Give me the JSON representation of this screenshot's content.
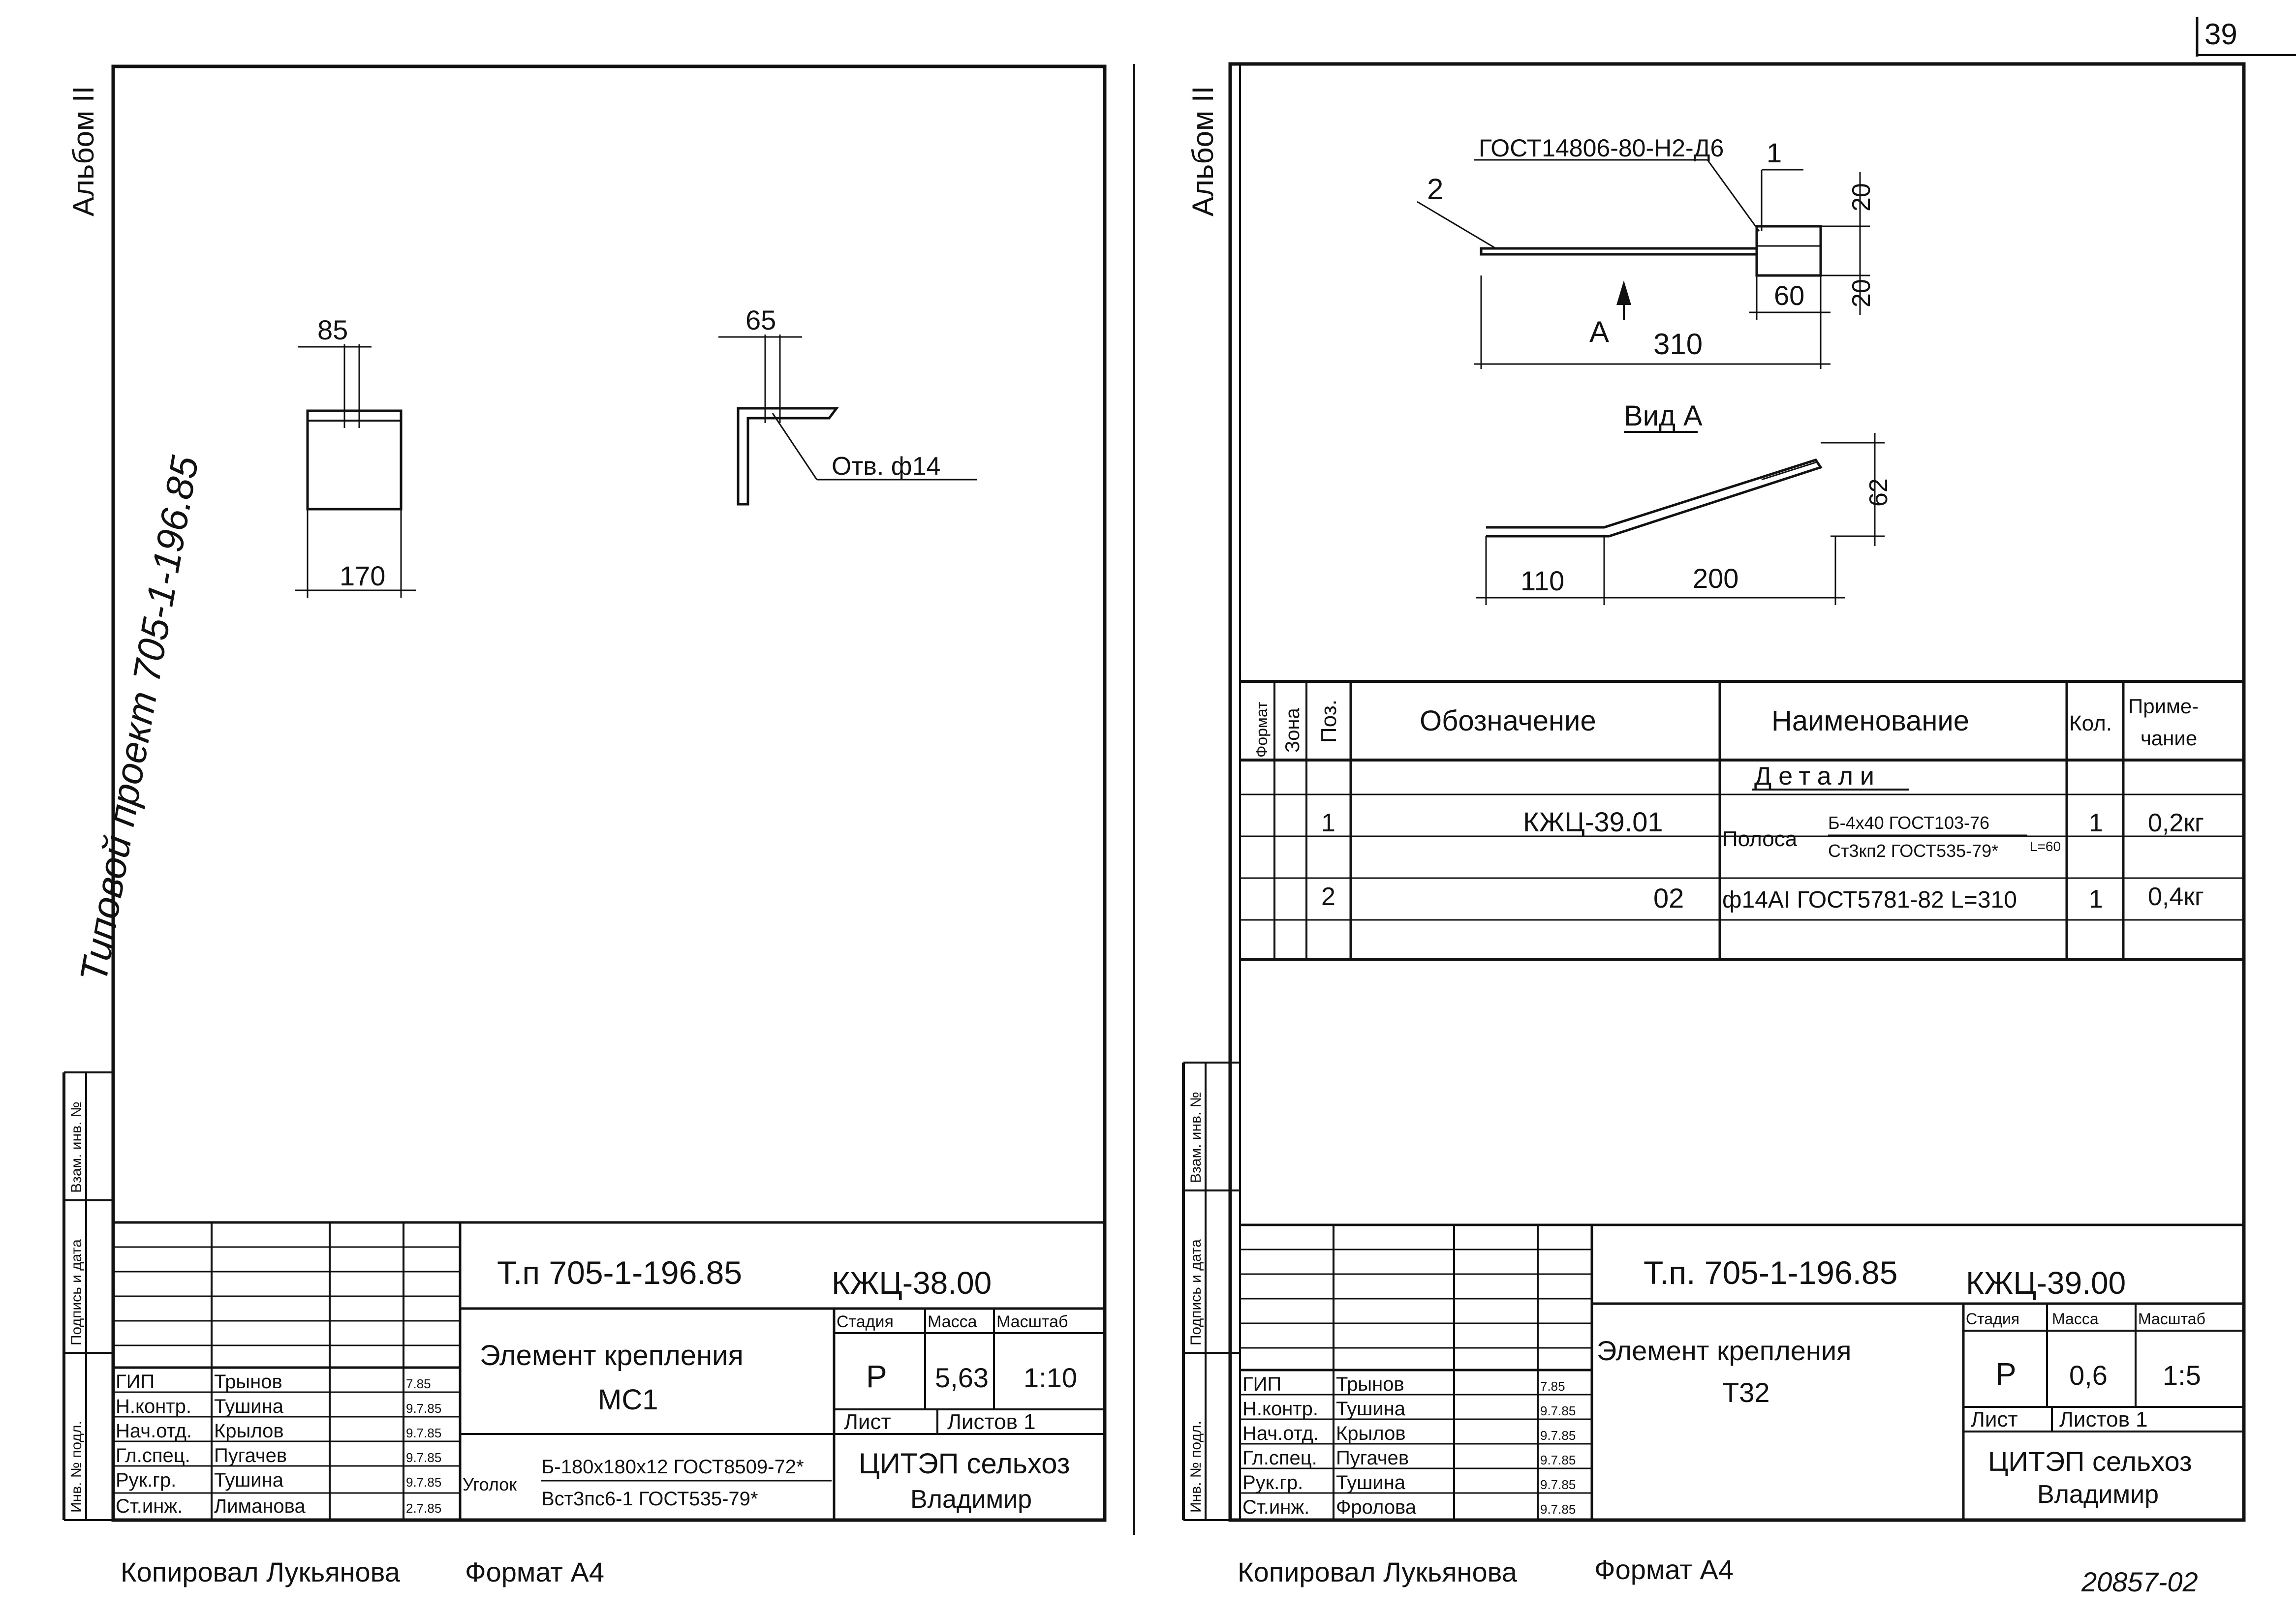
{
  "page_number": "39",
  "bottom_code": "20857-02",
  "left_sheet": {
    "album": "Альбом II",
    "side_project": "Типовой проект 705-1-196.85",
    "stamp_labels": [
      "Инв. № подл.",
      "Подпись и дата",
      "Взам. инв. №"
    ],
    "dims": {
      "d85": "85",
      "d170": "170",
      "d65": "65",
      "hole": "Отв. ф14"
    },
    "title_block": {
      "project": "Т.п 705-1-196.85",
      "code": "КЖЦ-38.00",
      "name_line1": "Элемент крепления",
      "name_line2": "МС1",
      "header": [
        "Стадия",
        "Масса",
        "Масштаб"
      ],
      "stage": "Р",
      "mass": "5,63",
      "scale": "1:10",
      "sheet_label": "Лист",
      "sheets_label": "Листов 1",
      "org_line1": "ЦИТЭП сельхоз",
      "org_line2": "Владимир",
      "material_prefix": "Уголок",
      "material_top": "Б-180х180х12 ГОСТ8509-72*",
      "material_bottom": "Вст3пс6-1 ГОСТ535-79*",
      "staff": [
        {
          "role": "ГИП",
          "name": "Трынов",
          "date": "7.85"
        },
        {
          "role": "Н.контр.",
          "name": "Тушина",
          "date": "9.7.85"
        },
        {
          "role": "Нач.отд.",
          "name": "Крылов",
          "date": "9.7.85"
        },
        {
          "role": "Гл.спец.",
          "name": "Пугачев",
          "date": "9.7.85"
        },
        {
          "role": "Рук.гр.",
          "name": "Тушина",
          "date": "9.7.85"
        },
        {
          "role": "Ст.инж.",
          "name": "Лиманова",
          "date": "2.7.85"
        }
      ]
    },
    "footer_copy": "Копировал Лукьянова",
    "footer_format": "Формат А4"
  },
  "right_sheet": {
    "album": "Альбом II",
    "stamp_labels": [
      "Инв. № подл.",
      "Подпись и дата",
      "Взам. инв. №"
    ],
    "drawing": {
      "weld": "ГОСТ14806-80-Н2-Д6",
      "pos1": "1",
      "pos2": "2",
      "d20a": "20",
      "d20b": "20",
      "d60": "60",
      "arrow": "А",
      "d310": "310",
      "view": "Вид А",
      "d62": "62",
      "d110": "110",
      "d200": "200"
    },
    "spec": {
      "headers": [
        "Формат",
        "Зона",
        "Поз.",
        "Обозначение",
        "Наименование",
        "Кол.",
        "Приме-",
        "чание"
      ],
      "section": "Детали",
      "rows": [
        {
          "pos": "1",
          "code": "КЖЦ-39.01",
          "name_prefix": "Полоса",
          "name_top": "Б-4х40 ГОСТ103-76",
          "name_bottom": "Ст3кп2 ГОСТ535-79*",
          "length": "L=60",
          "qty": "1",
          "note": "0,2кг"
        },
        {
          "pos": "2",
          "code": "02",
          "name": "ф14АI ГОСТ5781-82 L=310",
          "qty": "1",
          "note": "0,4кг"
        }
      ]
    },
    "title_block": {
      "project": "Т.п. 705-1-196.85",
      "code": "КЖЦ-39.00",
      "name_line1": "Элемент крепления",
      "name_line2": "Т32",
      "header": [
        "Стадия",
        "Масса",
        "Масштаб"
      ],
      "stage": "Р",
      "mass": "0,6",
      "scale": "1:5",
      "sheet_label": "Лист",
      "sheets_label": "Листов 1",
      "org_line1": "ЦИТЭП сельхоз",
      "org_line2": "Владимир",
      "staff": [
        {
          "role": "ГИП",
          "name": "Трынов",
          "date": "7.85"
        },
        {
          "role": "Н.контр.",
          "name": "Тушина",
          "date": "9.7.85"
        },
        {
          "role": "Нач.отд.",
          "name": "Крылов",
          "date": "9.7.85"
        },
        {
          "role": "Гл.спец.",
          "name": "Пугачев",
          "date": "9.7.85"
        },
        {
          "role": "Рук.гр.",
          "name": "Тушина",
          "date": "9.7.85"
        },
        {
          "role": "Ст.инж.",
          "name": "Фролова",
          "date": "9.7.85"
        }
      ]
    },
    "footer_copy": "Копировал Лукьянова",
    "footer_format": "Формат А4"
  }
}
